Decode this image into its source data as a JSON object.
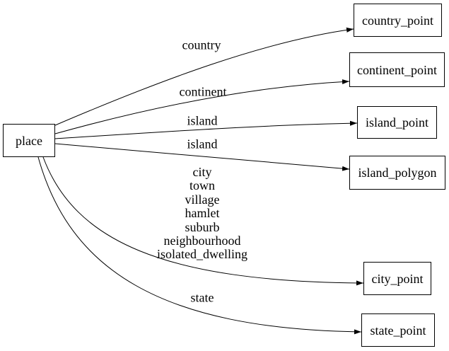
{
  "diagram": {
    "background_color": "#ffffff",
    "stroke_color": "#000000",
    "text_color": "#000000",
    "nodes": [
      {
        "id": "place",
        "label": "place"
      },
      {
        "id": "country_point",
        "label": "country_point"
      },
      {
        "id": "continent_point",
        "label": "continent_point"
      },
      {
        "id": "island_point",
        "label": "island_point"
      },
      {
        "id": "island_polygon",
        "label": "island_polygon"
      },
      {
        "id": "city_point",
        "label": "city_point"
      },
      {
        "id": "state_point",
        "label": "state_point"
      }
    ],
    "edges": [
      {
        "from": "place",
        "to": "country_point",
        "label": "country"
      },
      {
        "from": "place",
        "to": "continent_point",
        "label": "continent"
      },
      {
        "from": "place",
        "to": "island_point",
        "label": "island"
      },
      {
        "from": "place",
        "to": "island_polygon",
        "label": "island"
      },
      {
        "from": "place",
        "to": "city_point",
        "label": "city\ntown\nvillage\nhamlet\nsuburb\nneighbourhood\nisolated_dwelling"
      },
      {
        "from": "place",
        "to": "state_point",
        "label": "state"
      }
    ]
  }
}
